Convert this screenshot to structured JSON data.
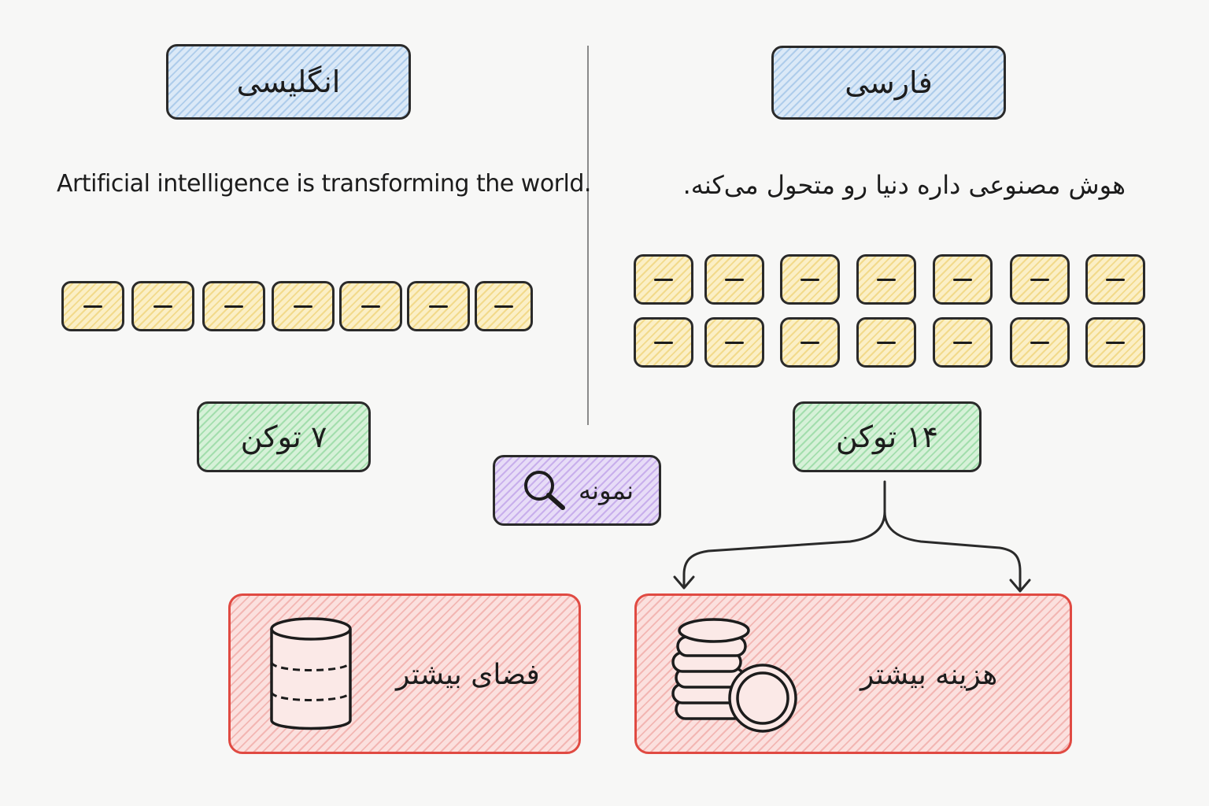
{
  "left": {
    "language_label": "انگلیسی",
    "sentence": "Artificial intelligence is transforming the world.",
    "token_count": 7,
    "count_label": "۷ توکن"
  },
  "right": {
    "language_label": "فارسی",
    "sentence": "هوش مصنوعی داره دنیا رو متحول می‌کنه.",
    "token_count": 14,
    "count_label": "۱۴ توکن"
  },
  "example_badge": {
    "label": "نمونه",
    "icon": "magnifier-icon"
  },
  "effects": {
    "space": {
      "label": "فضای بیشتر",
      "icon": "database-icon"
    },
    "cost": {
      "label": "هزینه بیشتر",
      "icon": "coins-icon"
    }
  },
  "colors": {
    "language_box": "#dbe9f7",
    "token": "#fbefc6",
    "count_box": "#d6f1d8",
    "example_box": "#e7dcf7",
    "effect_box": "#fbe0de",
    "effect_border": "#e04a42"
  }
}
